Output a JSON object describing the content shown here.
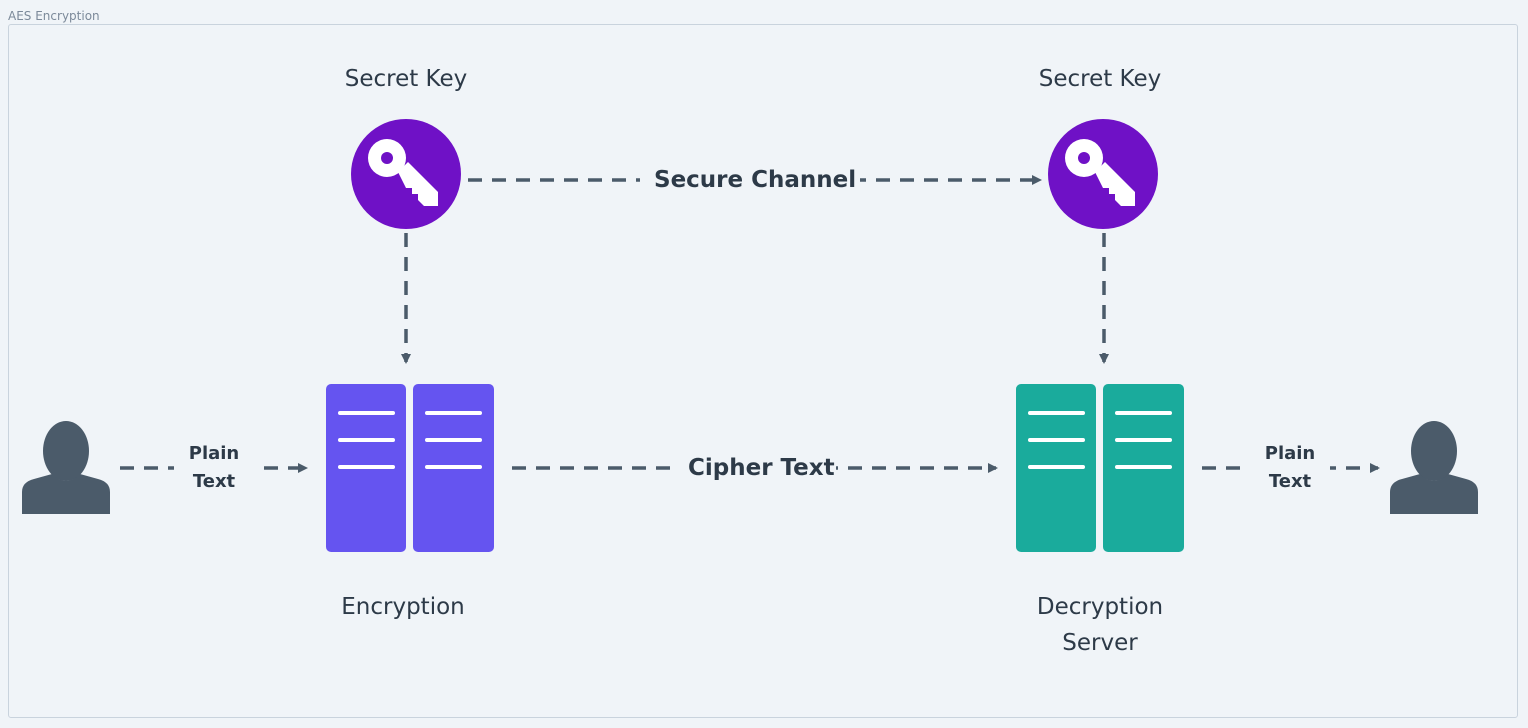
{
  "frame": {
    "title": "AES Encryption"
  },
  "nodes": {
    "sender_key_label": "Secret Key",
    "receiver_key_label": "Secret Key",
    "encryption_label": "Encryption",
    "decryption_label_line1": "Decryption",
    "decryption_label_line2": "Server"
  },
  "edges": {
    "secure_channel": "Secure Channel",
    "cipher_text": "Cipher Text",
    "plain_text_in_line1": "Plain",
    "plain_text_in_line2": "Text",
    "plain_text_out_line1": "Plain",
    "plain_text_out_line2": "Text"
  },
  "icons": {
    "sender": "user-icon",
    "receiver": "user-icon",
    "sender_key": "key-icon",
    "receiver_key": "key-icon",
    "encryption_block": "server-icon",
    "decryption_block": "server-icon"
  },
  "colors": {
    "background": "#f0f4f8",
    "key_circle": "#6f11c6",
    "encryption_block": "#6554f0",
    "decryption_block": "#1aab9c",
    "person": "#4b5b6a",
    "arrow": "#4b5b6a",
    "text": "#2d3a48"
  }
}
